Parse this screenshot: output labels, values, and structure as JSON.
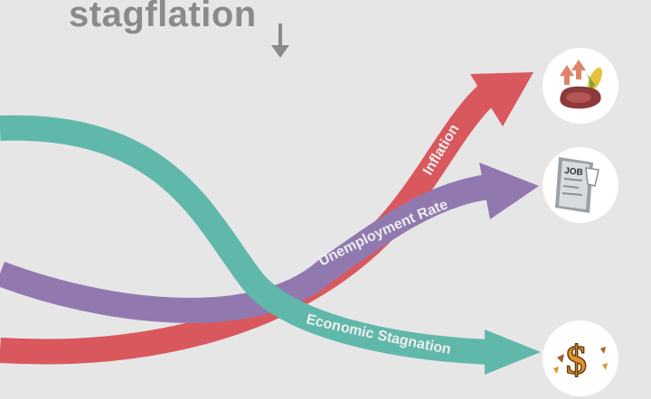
{
  "title": "stagflation",
  "colors": {
    "background": "#e7e6e7",
    "title": "#8a8a8a",
    "inflation": "#d9585d",
    "unemployment": "#9179b0",
    "stagnation": "#60b8ab",
    "label_text": "#eeeeee"
  },
  "arrows": {
    "inflation": {
      "label": "Inflation"
    },
    "unemployment": {
      "label": "Unemployment Rate"
    },
    "stagnation": {
      "label": "Economic Stagnation"
    }
  },
  "icons": {
    "inflation": "rising-food-prices-icon",
    "unemployment": "job-newspaper-icon",
    "stagnation": "crumbling-dollar-icon",
    "job_text": "JOB"
  }
}
